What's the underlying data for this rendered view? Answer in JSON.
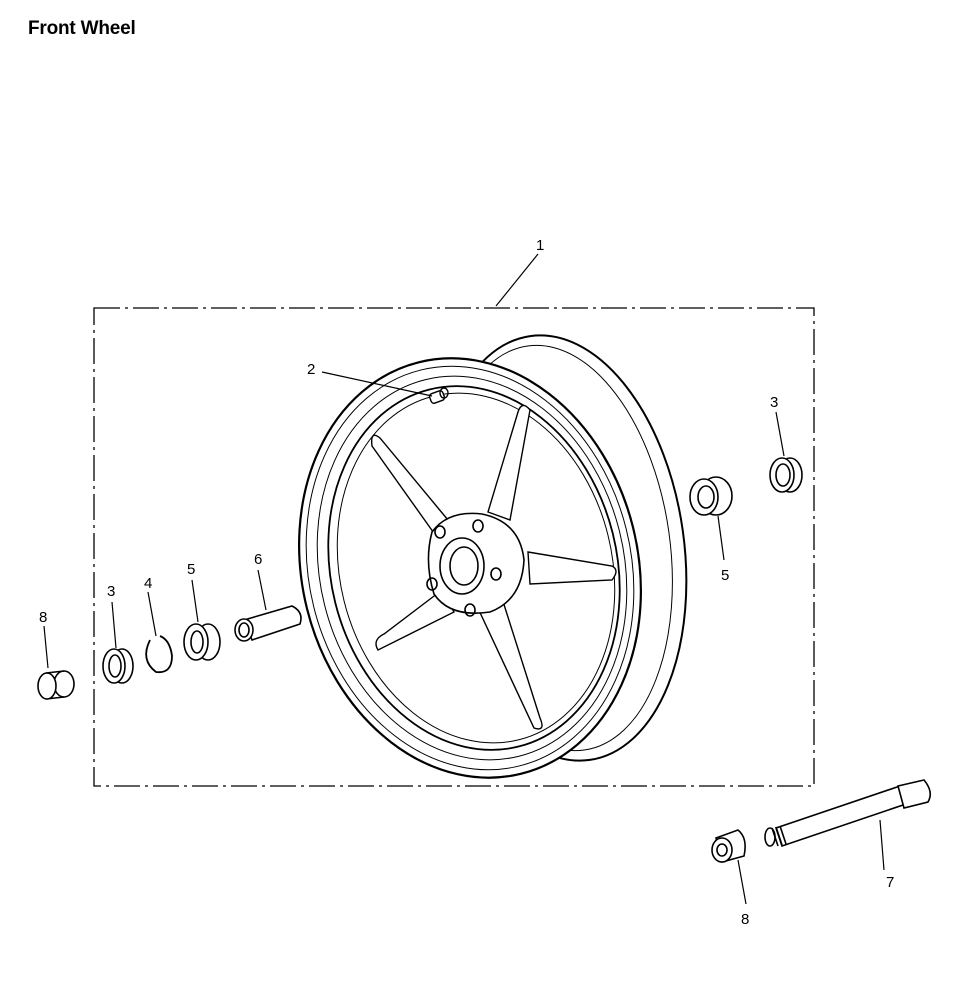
{
  "title": "Front Wheel",
  "callouts": {
    "c1": "1",
    "c2": "2",
    "c3_left": "3",
    "c3_right": "3",
    "c4": "4",
    "c5_left": "5",
    "c5_right": "5",
    "c6": "6",
    "c7": "7",
    "c8_left": "8",
    "c8_right": "8"
  }
}
